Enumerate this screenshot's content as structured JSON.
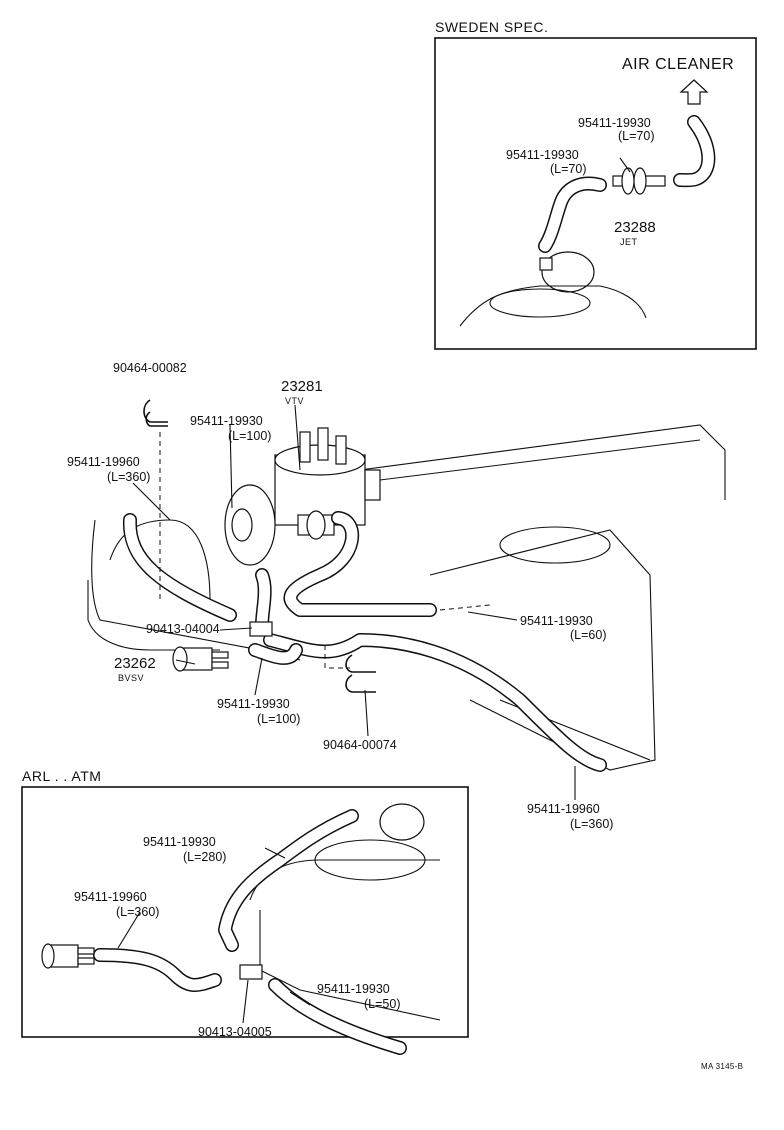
{
  "insets": {
    "sweden": {
      "title": "SWEDEN SPEC.",
      "air_cleaner": "AIR CLEANER",
      "hose_upper": "95411-19930",
      "hose_upper_len": "(L=70)",
      "hose_lower": "95411-19930",
      "hose_lower_len": "(L=70)",
      "jet_no": "23288",
      "jet_label": "JET"
    },
    "arl_atm": {
      "title": "ARL . . ATM",
      "hose_a": "95411-19930",
      "hose_a_len": "(L=280)",
      "hose_b": "95411-19960",
      "hose_b_len": "(L=360)",
      "hose_c": "95411-19930",
      "hose_c_len": "(L=50)",
      "tee": "90413-04005"
    }
  },
  "main": {
    "clip_top": "90464-00082",
    "vtv_no": "23281",
    "vtv_label": "VTV",
    "hose_vtv": "95411-19930",
    "hose_vtv_len": "(L=100)",
    "hose_left": "95411-19960",
    "hose_left_len": "(L=360)",
    "tee": "90413-04004",
    "hose_right": "95411-19930",
    "hose_right_len": "(L=60)",
    "bvsv_no": "23262",
    "bvsv_label": "BVSV",
    "hose_bottom": "95411-19930",
    "hose_bottom_len": "(L=100)",
    "clip_bottom": "90464-00074",
    "hose_long": "95411-19960",
    "hose_long_len": "(L=360)"
  },
  "footer": {
    "code": "MA 3145-B"
  }
}
